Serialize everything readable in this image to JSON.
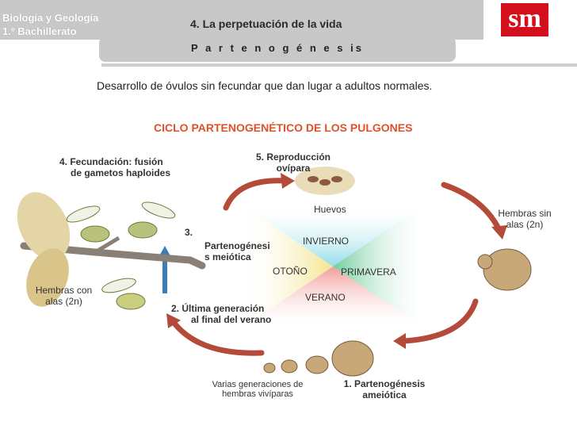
{
  "header": {
    "subject": "Biología y Geología",
    "course": "1.º Bachillerato",
    "unit_title": "4. La perpetuación de la vida",
    "logo_text": "sm"
  },
  "slide_title": "P a r t e n o g é n e s is",
  "intro_text": "Desarrollo de óvulos sin fecundar que dan lugar a adultos normales.",
  "cycle_title": "CICLO PARTENOGENÉTICO DE LOS PULGONES",
  "stages": {
    "s1_line1": "1. Partenogénesis",
    "s1_line2": "ameiótica",
    "s2_line1": "2. Última generación",
    "s2_line2": "al final del verano",
    "s3_num": "3.",
    "s3_line1": "Partenogénesi",
    "s3_line2": "s meiótica",
    "s4_line1": "4. Fecundación: fusión",
    "s4_line2": "de gametos haploides",
    "s5_line1": "5. Reproducción",
    "s5_line2": "ovípara"
  },
  "labels": {
    "huevos": "Huevos",
    "hembras_sin_1": "Hembras sin",
    "hembras_sin_2": "alas (2n)",
    "hembras_con_1": "Hembras con",
    "hembras_con_2": "alas (2n)",
    "varias_1": "Varias generaciones de",
    "varias_2": "hembras vivíparas"
  },
  "seasons": {
    "winter": "INVIERNO",
    "autumn": "OTOÑO",
    "spring": "PRIMAVERA",
    "summer": "VERANO"
  },
  "colors": {
    "title_accent": "#e0512a",
    "winter": "#7fd8e6",
    "spring": "#58c48a",
    "summer": "#f08a8a",
    "autumn": "#f2df7a",
    "arrow": "#b44a3a",
    "logo_red": "#d40f1d"
  }
}
